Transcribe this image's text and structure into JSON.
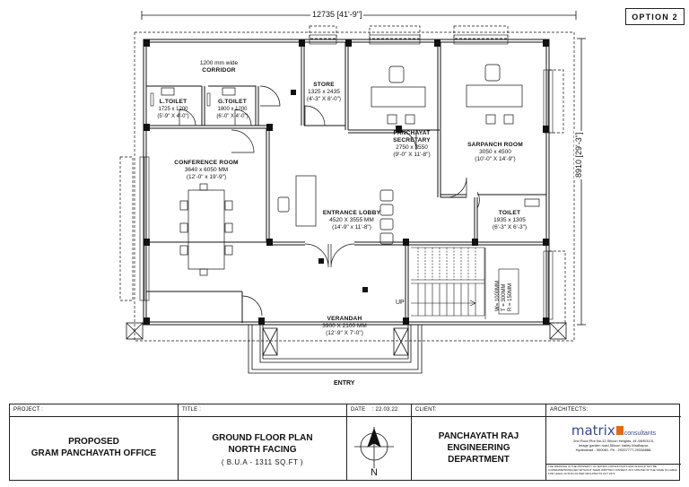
{
  "option_label": "OPTION 2",
  "dimensions": {
    "overall_width": "12735 [41'-9\"]",
    "overall_depth": "8910 [29'-3\"]"
  },
  "rooms": {
    "corridor": {
      "line1": "1200 mm wide",
      "name": "CORRIDOR"
    },
    "l_toilet": {
      "name": "L.TOILET",
      "size_mm": "1725 x 1200",
      "size_ft": "(5'-9\" X 4'-0\")"
    },
    "g_toilet": {
      "name": "G.TOILET",
      "size_mm": "1800 x 1200",
      "size_ft": "(6'-0\" X 4'-0\")"
    },
    "store": {
      "name": "STORE",
      "size_mm": "1325 x 2435",
      "size_ft": "(4'-3\" X 8'-0\")"
    },
    "panchayat_secretary": {
      "name1": "PANCHAYAT",
      "name2": "SECRETARY",
      "size_mm": "2750 x 3550",
      "size_ft": "(9'-0\" X 11'-8\")"
    },
    "sarpanch_room": {
      "name": "SARPANCH ROOM",
      "size_mm": "3050 x 4500",
      "size_ft": "(10'-0\" X 14'-9\")"
    },
    "conference_room": {
      "name": "CONFERENCE ROOM",
      "size_mm": "3640 x 6050 MM",
      "size_ft": "(12'-0\" x 19'-9\")"
    },
    "entrance_lobby": {
      "name": "ENTRANCE LOBBY",
      "size_mm": "4520 X 3555 MM",
      "size_ft": "(14'-9\" x 11'-8\")"
    },
    "toilet": {
      "name": "TOILET",
      "size_mm": "1935 x 1305",
      "size_ft": "(6'-3\" X 6'-3\")"
    },
    "verandah": {
      "name": "VERANDAH",
      "size_mm": "3900 X 2100 MM",
      "size_ft": "(12'-9\" X 7'-0\")"
    }
  },
  "stair": {
    "up_label": "UP",
    "specs": [
      "W= 1000MM",
      "T = 300MM",
      "R = 150MM"
    ]
  },
  "entry_label": "ENTRY",
  "title_block": {
    "project_caption": "PROJECT :",
    "project_line1": "PROPOSED",
    "project_line2": "GRAM PANCHAYATH OFFICE",
    "title_caption": "TITLE :",
    "title_line1": "GROUND FLOOR PLAN",
    "title_line2": "NORTH FACING",
    "title_line3": "( B.U.A - 1311 SQ.FT )",
    "date_caption": "DATE",
    "date_value": ": 22.03.22",
    "north_label": "N",
    "client_caption": "CLIENT:",
    "client_line1": "PANCHAYATH RAJ",
    "client_line2": "ENGINEERING",
    "client_line3": "DEPARTMENT",
    "architects_caption": "ARCHITECTS:",
    "firm_name": "matrix",
    "firm_suffix": "consultants",
    "address_line1": "2nd Floor,Plot No-12,Silicon Heights, #1-98/5/31/3,",
    "address_line2": "Image garden road,Silicon Valley Madhapur,",
    "address_line3": "Hyderabad - 500081. Ph : 29337777,29338888.",
    "disclaimer": "THE DRAWING IS THE PROPERTY OF MATRIX CONSULTANTS AND SHOULD NOT BE COPIED/REPRODUCED WITHOUT THEIR WRITTEN CONSENT. ANY MISUSE OF THE SAME IS LIABLE FOR LEGAL ACTION AS PER ARCHITECTS ACT 1972.",
    "accent_color": "#e06a1a",
    "brand_color": "#3a4a8a"
  }
}
